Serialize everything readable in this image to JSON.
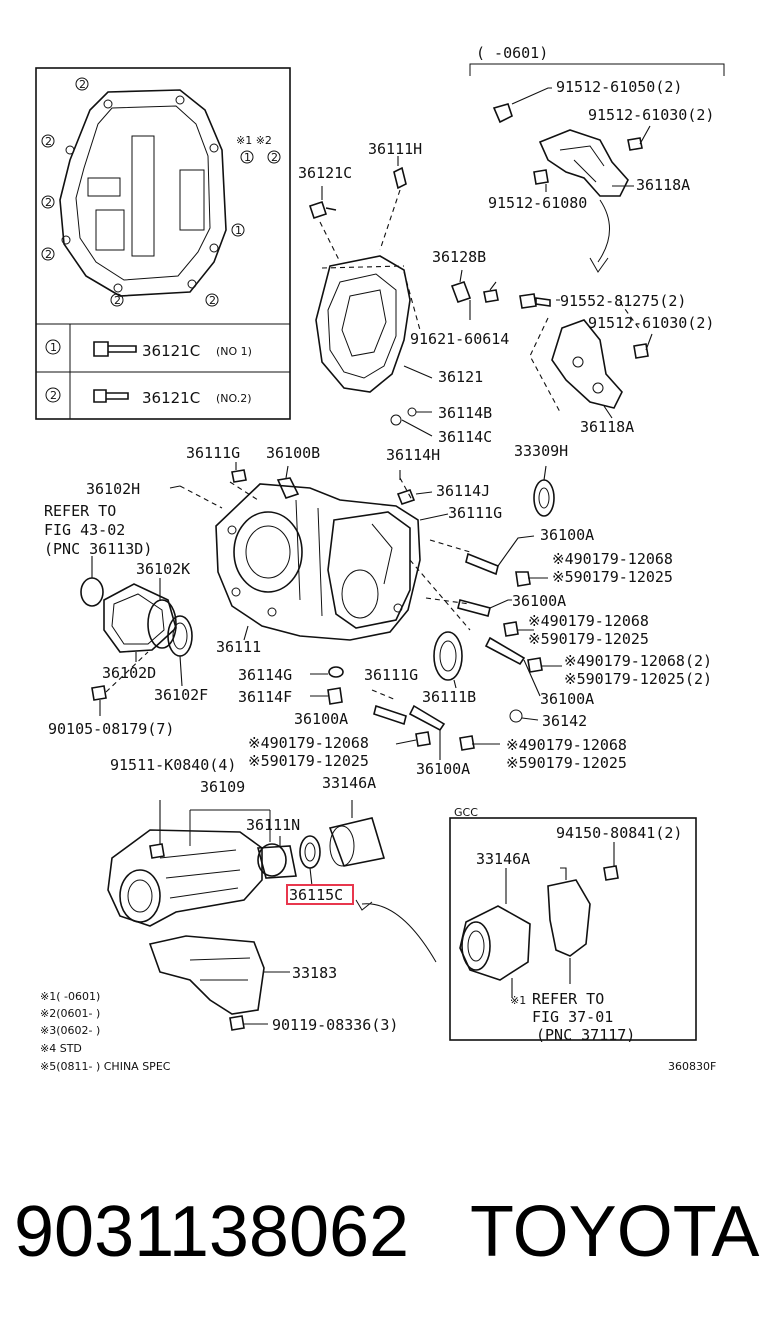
{
  "top_bracket_label": "(      -0601)",
  "inset": {
    "marks_right": "※1 ※2",
    "circled": [
      "1",
      "2"
    ],
    "row1": {
      "mark": "1",
      "part": "36121C",
      "note": "(NO 1)"
    },
    "row2": {
      "mark": "2",
      "part": "36121C",
      "note": "(NO.2)"
    }
  },
  "labels": {
    "l36111H": "36111H",
    "l36121C": "36121C",
    "l36128B": "36128B",
    "l91621": "91621-60614",
    "l36121": "36121",
    "l36114B": "36114B",
    "l36114C": "36114C",
    "l91512_61050": "91512-61050(2)",
    "l91512_61030a": "91512-61030(2)",
    "l36118A_top": "36118A",
    "l91512_61080": "91512-61080",
    "l91552": "91552-81275(2)",
    "l91512_61030b": "91512-61030(2)",
    "l36118A_mid": "36118A",
    "l36111G_a": "36111G",
    "l36100B": "36100B",
    "l36114H": "36114H",
    "l33309H": "33309H",
    "l36102H": "36102H",
    "l36114J": "36114J",
    "l36111G_b": "36111G",
    "refer1": "REFER TO",
    "refer2": "FIG 43-02",
    "refer3": "(PNC 36113D)",
    "l36100A_a": "36100A",
    "l36102K": "36102K",
    "n4_a": "※490179-12068",
    "n5_a": "※590179-12025",
    "l36100A_b": "36100A",
    "n4_b": "※490179-12068",
    "n5_b": "※590179-12025",
    "l36111": "36111",
    "l36114G": "36114G",
    "l36111G_c": "36111G",
    "n4_c": "※490179-12068(2)",
    "n5_c": "※590179-12025(2)",
    "l36102D": "36102D",
    "l36102F": "36102F",
    "l36114F": "36114F",
    "l36111B": "36111B",
    "l36100A_c": "36100A",
    "l90105": "90105-08179(7)",
    "l36100A_d": "36100A",
    "l36142": "36142",
    "n4_d": "※490179-12068",
    "n5_d": "※590179-12025",
    "n4_e": "※490179-12068",
    "n5_e": "※590179-12025",
    "l36100A_e": "36100A",
    "l91511": "91511-K0840(4)",
    "l36109": "36109",
    "l33146A_a": "33146A",
    "l36111N": "36111N",
    "l36115C": "36115C",
    "l33183": "33183",
    "l90119": "90119-08336(3)",
    "gcc": "GCC",
    "l94150": "94150-80841(2)",
    "l33146A_b": "33146A",
    "x1": "※1",
    "refer4": "REFER TO",
    "refer5": "FIG 37-01",
    "refer6": "(PNC 37117)"
  },
  "footnotes": [
    "※1(    -0601)",
    "※2(0601-    )",
    "※3(0602-    )",
    "※4 STD",
    "※5(0811-      ) CHINA SPEC"
  ],
  "diagram_code": "360830F",
  "part_number": "9031138062",
  "brand": "TOYOTA",
  "highlight_color": "#e8374d"
}
